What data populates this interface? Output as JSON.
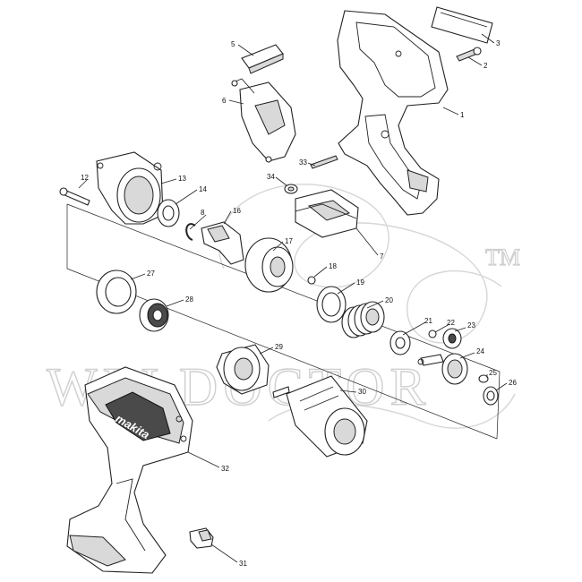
{
  "watermark": {
    "text": "WELDOCTOR",
    "trademark": "TM"
  },
  "brand_logo": "makita",
  "callouts": [
    {
      "id": "c1",
      "label": "1"
    },
    {
      "id": "c2",
      "label": "2"
    },
    {
      "id": "c3",
      "label": "3"
    },
    {
      "id": "c5",
      "label": "5"
    },
    {
      "id": "c6",
      "label": "6"
    },
    {
      "id": "c7",
      "label": "7"
    },
    {
      "id": "c8",
      "label": "8"
    },
    {
      "id": "c12",
      "label": "12"
    },
    {
      "id": "c13",
      "label": "13"
    },
    {
      "id": "c14",
      "label": "14"
    },
    {
      "id": "c16",
      "label": "16"
    },
    {
      "id": "c17",
      "label": "17"
    },
    {
      "id": "c18",
      "label": "18"
    },
    {
      "id": "c19",
      "label": "19"
    },
    {
      "id": "c20",
      "label": "20"
    },
    {
      "id": "c21",
      "label": "21"
    },
    {
      "id": "c22",
      "label": "22"
    },
    {
      "id": "c23",
      "label": "23"
    },
    {
      "id": "c24",
      "label": "24"
    },
    {
      "id": "c25",
      "label": "25"
    },
    {
      "id": "c26",
      "label": "26"
    },
    {
      "id": "c27",
      "label": "27"
    },
    {
      "id": "c28",
      "label": "28"
    },
    {
      "id": "c29",
      "label": "29"
    },
    {
      "id": "c30",
      "label": "30"
    },
    {
      "id": "c31",
      "label": "31"
    },
    {
      "id": "c32",
      "label": "32"
    },
    {
      "id": "c33",
      "label": "33"
    },
    {
      "id": "c34",
      "label": "34"
    }
  ]
}
